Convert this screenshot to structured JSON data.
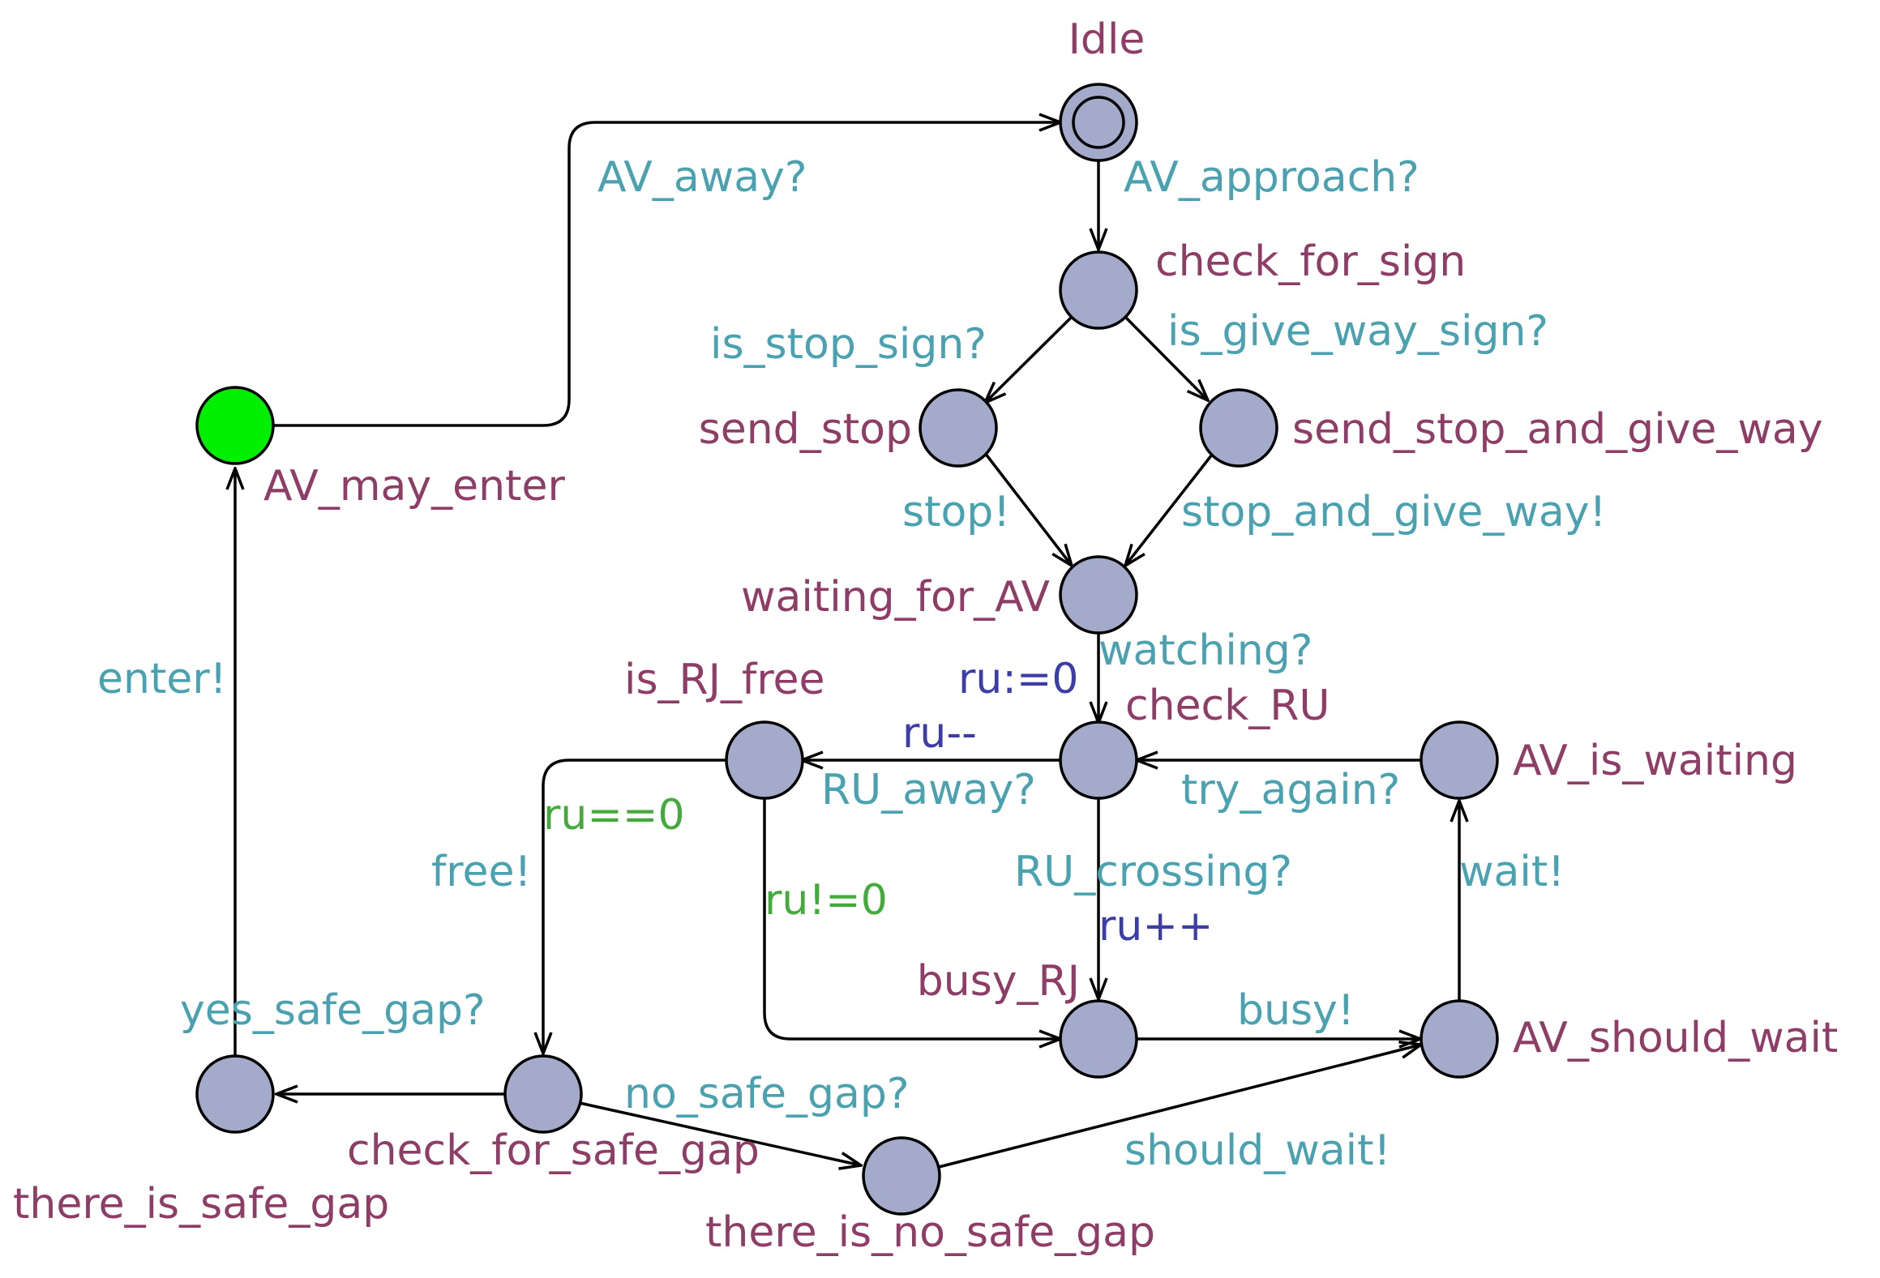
{
  "colors": {
    "location_fill": "#a4aac9",
    "initial_fill": "#a4aac9",
    "highlight_fill": "#00ee00",
    "location_label": "#8e3d67",
    "sync_label": "#4aa1b0",
    "assign_label": "#3d3da8",
    "guard_label": "#44aa3c"
  },
  "locations": {
    "idle": "Idle",
    "check_for_sign": "check_for_sign",
    "send_stop": "send_stop",
    "send_stop_and_give_way": "send_stop_and_give_way",
    "waiting_for_av": "waiting_for_AV",
    "check_ru": "check_RU",
    "is_rj_free": "is_RJ_free",
    "av_is_waiting": "AV_is_waiting",
    "busy_rj": "busy_RJ",
    "av_should_wait": "AV_should_wait",
    "av_may_enter": "AV_may_enter",
    "check_for_safe_gap": "check_for_safe_gap",
    "there_is_safe_gap": "there_is_safe_gap",
    "there_is_no_safe_gap": "there_is_no_safe_gap"
  },
  "edges": {
    "av_away": "AV_away?",
    "av_approach": "AV_approach?",
    "is_stop_sign": "is_stop_sign?",
    "is_give_way_sign": "is_give_way_sign?",
    "stop": "stop!",
    "stop_and_give_way": "stop_and_give_way!",
    "watching": "watching?",
    "ru_reset": "ru:=0",
    "ru_decrement": "ru--",
    "ru_away": "RU_away?",
    "try_again": "try_again?",
    "ru_eq_zero": "ru==0",
    "free": "free!",
    "ru_neq_zero": "ru!=0",
    "ru_crossing": "RU_crossing?",
    "ru_increment": "ru++",
    "wait": "wait!",
    "busy": "busy!",
    "enter": "enter!",
    "yes_safe_gap": "yes_safe_gap?",
    "no_safe_gap": "no_safe_gap?",
    "should_wait": "should_wait!"
  }
}
